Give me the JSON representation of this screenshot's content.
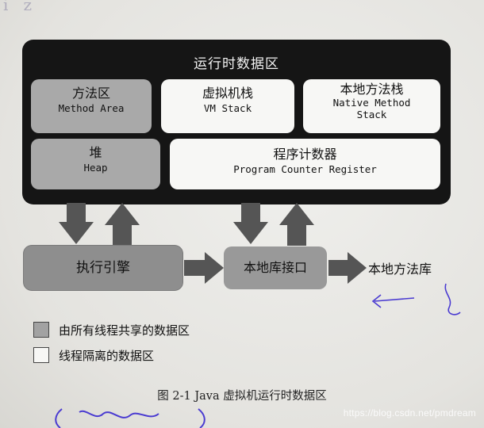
{
  "runtime": {
    "title": "运行时数据区"
  },
  "areas": {
    "method": {
      "cn": "方法区",
      "en": "Method Area"
    },
    "vm_stack": {
      "cn": "虚拟机栈",
      "en": "VM Stack"
    },
    "native_stack": {
      "cn": "本地方法栈",
      "en1": "Native Method",
      "en2": "Stack"
    },
    "heap": {
      "cn": "堆",
      "en": "Heap"
    },
    "pc": {
      "cn": "程序计数器",
      "en": "Program Counter Register"
    }
  },
  "bottom": {
    "engine": "执行引擎",
    "native_interface": "本地库接口",
    "native_library": "本地方法库"
  },
  "legend": {
    "shared": "由所有线程共享的数据区",
    "private": "线程隔离的数据区"
  },
  "caption": "图 2-1   Java 虚拟机运行时数据区",
  "watermark": "https://blog.csdn.net/pmdream",
  "colors": {
    "runtime_bg": "#151515",
    "shared": "#a9a9a9",
    "private": "#f7f7f5",
    "arrow": "#555555",
    "ink": "#4a3bd1"
  }
}
